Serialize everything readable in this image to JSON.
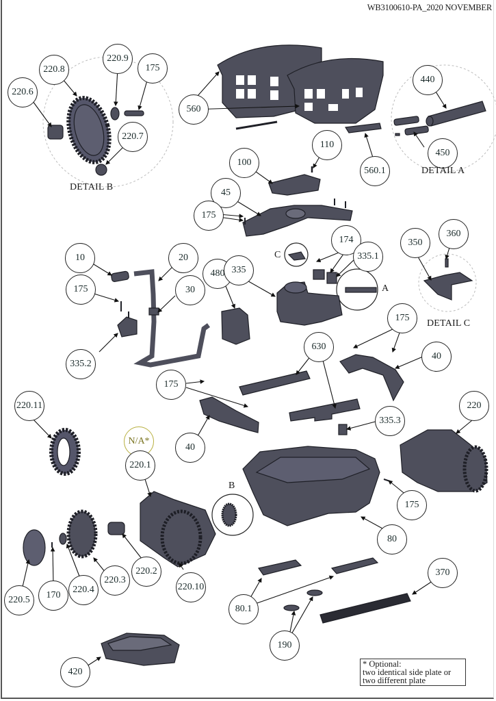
{
  "document": {
    "id_label": "WB3100610-PA_2020 NOVEMBER",
    "type": "exploded parts diagram"
  },
  "details": {
    "a": "DETAIL A",
    "b": "DETAIL B",
    "c": "DETAIL C"
  },
  "reference_letters": {
    "a": "A",
    "b": "B",
    "c": "C"
  },
  "callouts": {
    "c220_8": "220.8",
    "c220_9": "220.9",
    "c175_b": "175",
    "c220_6": "220.6",
    "c220_7": "220.7",
    "c560": "560",
    "c560_1": "560.1",
    "c440": "440",
    "c450": "450",
    "c110": "110",
    "c100": "100",
    "c45": "45",
    "c175_45": "175",
    "c174": "174",
    "c335_1": "335.1",
    "c350": "350",
    "c360": "360",
    "c10": "10",
    "c20": "20",
    "c30": "30",
    "c480": "480",
    "c335": "335",
    "c175_335_2": "175",
    "c335_2": "335.2",
    "c175_40r": "175",
    "c40_r": "40",
    "c630": "630",
    "c175_40l": "175",
    "c40_l": "40",
    "c335_3": "335.3",
    "c220": "220",
    "c220_11": "220.11",
    "c_na": "N/A*",
    "c220_1": "220.1",
    "c175_80": "175",
    "c80": "80",
    "c220_5": "220.5",
    "c170": "170",
    "c220_4": "220.4",
    "c220_3": "220.3",
    "c220_2": "220.2",
    "c220_10": "220.10",
    "c80_1": "80.1",
    "c370": "370",
    "c190": "190",
    "c420": "420"
  },
  "note": {
    "line1": "* Optional:",
    "line2": "two identical side plate or",
    "line3": "two different plate"
  },
  "colors": {
    "part_fill": "#4e4f5c",
    "part_dark": "#2a2b33",
    "callout_na": "#b8b040"
  }
}
